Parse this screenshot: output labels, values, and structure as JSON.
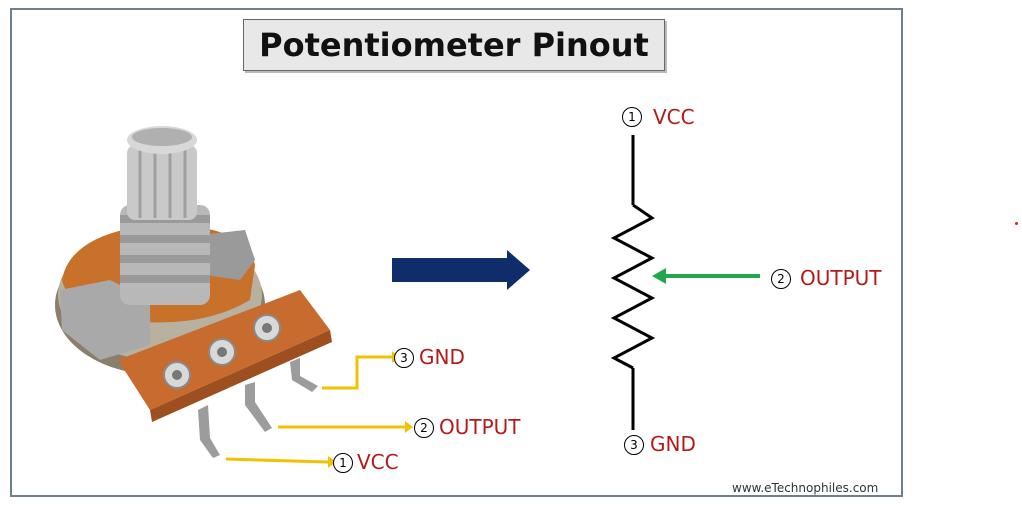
{
  "title": "Potentiometer Pinout",
  "component_labels": {
    "gnd": {
      "number": "3",
      "text": "GND"
    },
    "output": {
      "number": "2",
      "text": "OUTPUT"
    },
    "vcc": {
      "number": "1",
      "text": "VCC"
    }
  },
  "schematic_labels": {
    "vcc": {
      "number": "1",
      "text": "VCC"
    },
    "output": {
      "number": "2",
      "text": "OUTPUT"
    },
    "gnd": {
      "number": "3",
      "text": "GND"
    }
  },
  "watermark": "www.eTechnophiles.com",
  "colors": {
    "label_text": "#b31b1b",
    "pin_arrow": "#f2c200",
    "wiper_arrow": "#22a84a",
    "direction_arrow": "#0f2d6b"
  },
  "icons": {
    "direction": "arrow-right-icon",
    "resistor": "resistor-zigzag-symbol"
  }
}
